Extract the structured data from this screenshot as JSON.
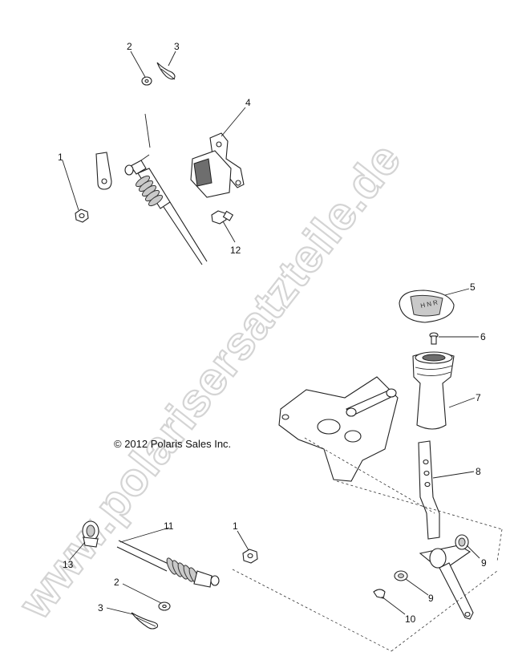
{
  "watermark": "www.polarisersatzteile.de",
  "copyright": "© 2012 Polaris Sales Inc.",
  "callouts": [
    {
      "id": "c1a",
      "label": "1"
    },
    {
      "id": "c2a",
      "label": "2"
    },
    {
      "id": "c3a",
      "label": "3"
    },
    {
      "id": "c4",
      "label": "4"
    },
    {
      "id": "c12",
      "label": "12"
    },
    {
      "id": "c5",
      "label": "5"
    },
    {
      "id": "c6",
      "label": "6"
    },
    {
      "id": "c7",
      "label": "7"
    },
    {
      "id": "c8",
      "label": "8"
    },
    {
      "id": "c9a",
      "label": "9"
    },
    {
      "id": "c9b",
      "label": "9"
    },
    {
      "id": "c10",
      "label": "10"
    },
    {
      "id": "c11",
      "label": "11"
    },
    {
      "id": "c1b",
      "label": "1"
    },
    {
      "id": "c13",
      "label": "13"
    },
    {
      "id": "c2b",
      "label": "2"
    },
    {
      "id": "c3b",
      "label": "3"
    }
  ]
}
